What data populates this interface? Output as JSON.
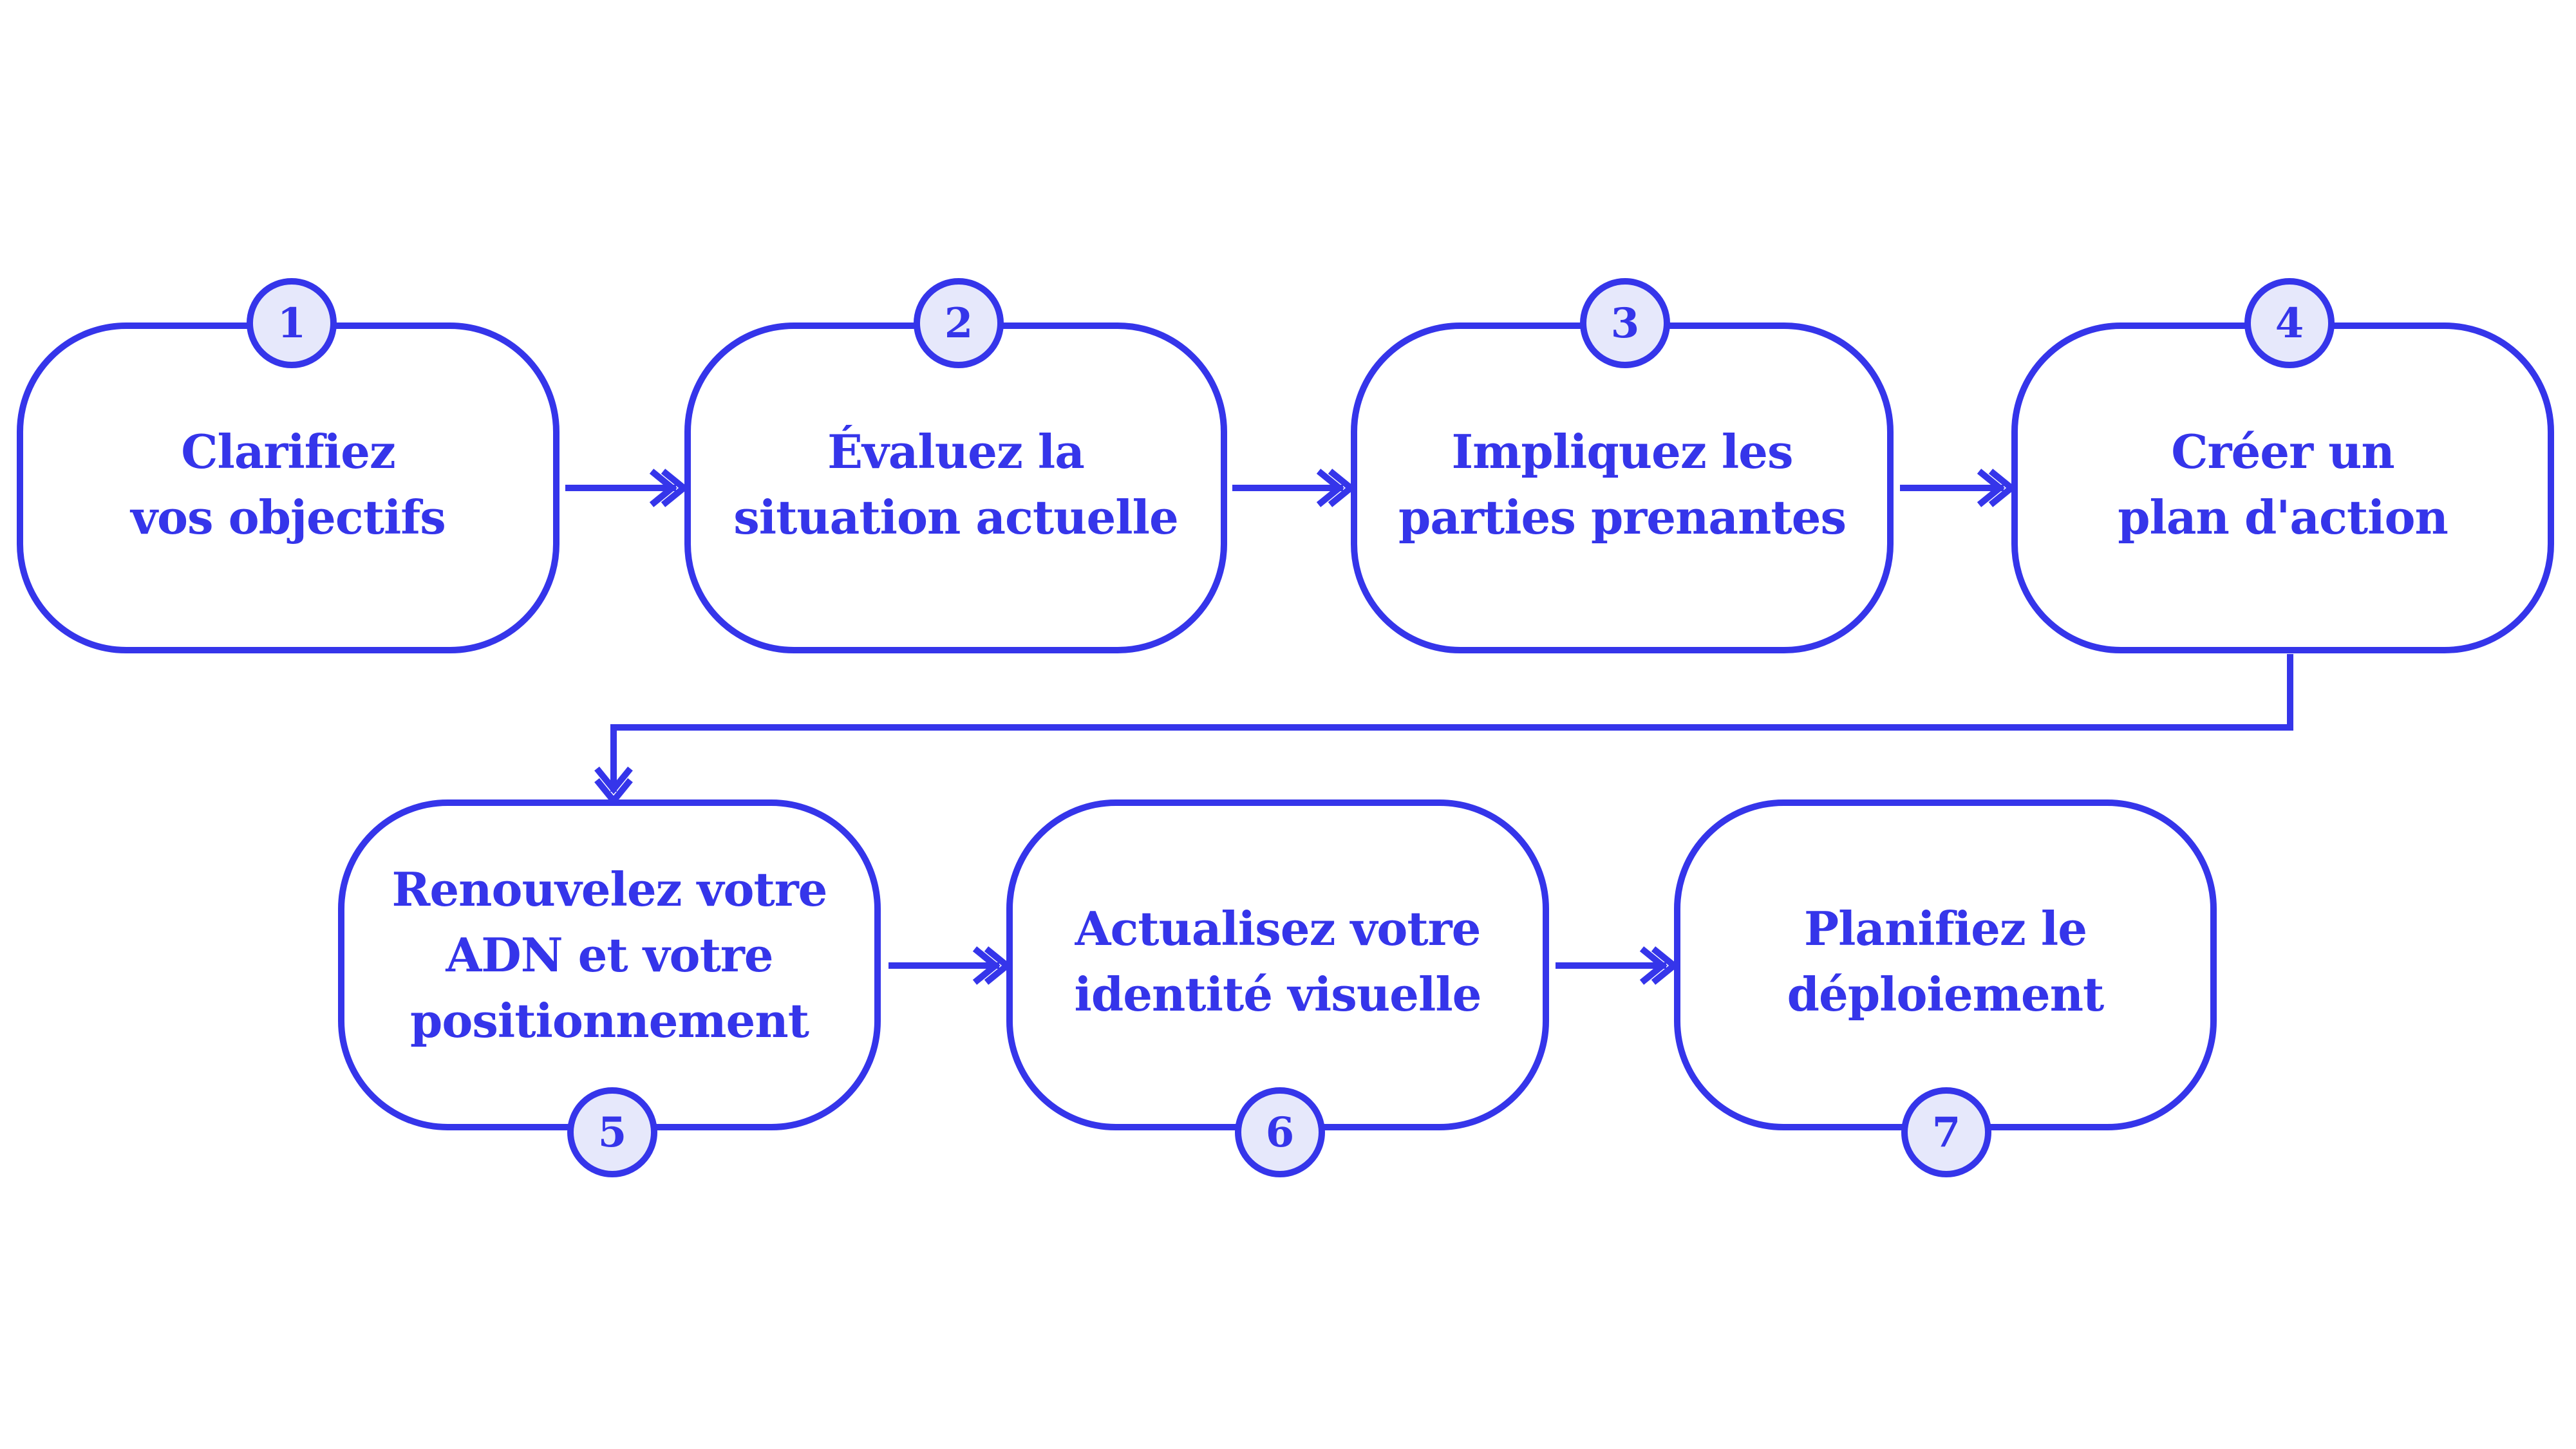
{
  "colors": {
    "stroke": "#3535ea",
    "badge_fill": "#e6e8fb",
    "background": "#ffffff"
  },
  "steps": [
    {
      "number": "1",
      "label": "Clarifiez\nvos objectifs"
    },
    {
      "number": "2",
      "label": "Évaluez la\nsituation actuelle"
    },
    {
      "number": "3",
      "label": "Impliquez les\nparties prenantes"
    },
    {
      "number": "4",
      "label": "Créer un\nplan d'action"
    },
    {
      "number": "5",
      "label": "Renouvelez votre\nADN et votre\npositionnement"
    },
    {
      "number": "6",
      "label": "Actualisez votre\nidentité visuelle"
    },
    {
      "number": "7",
      "label": "Planifiez le\ndéploiement"
    }
  ]
}
